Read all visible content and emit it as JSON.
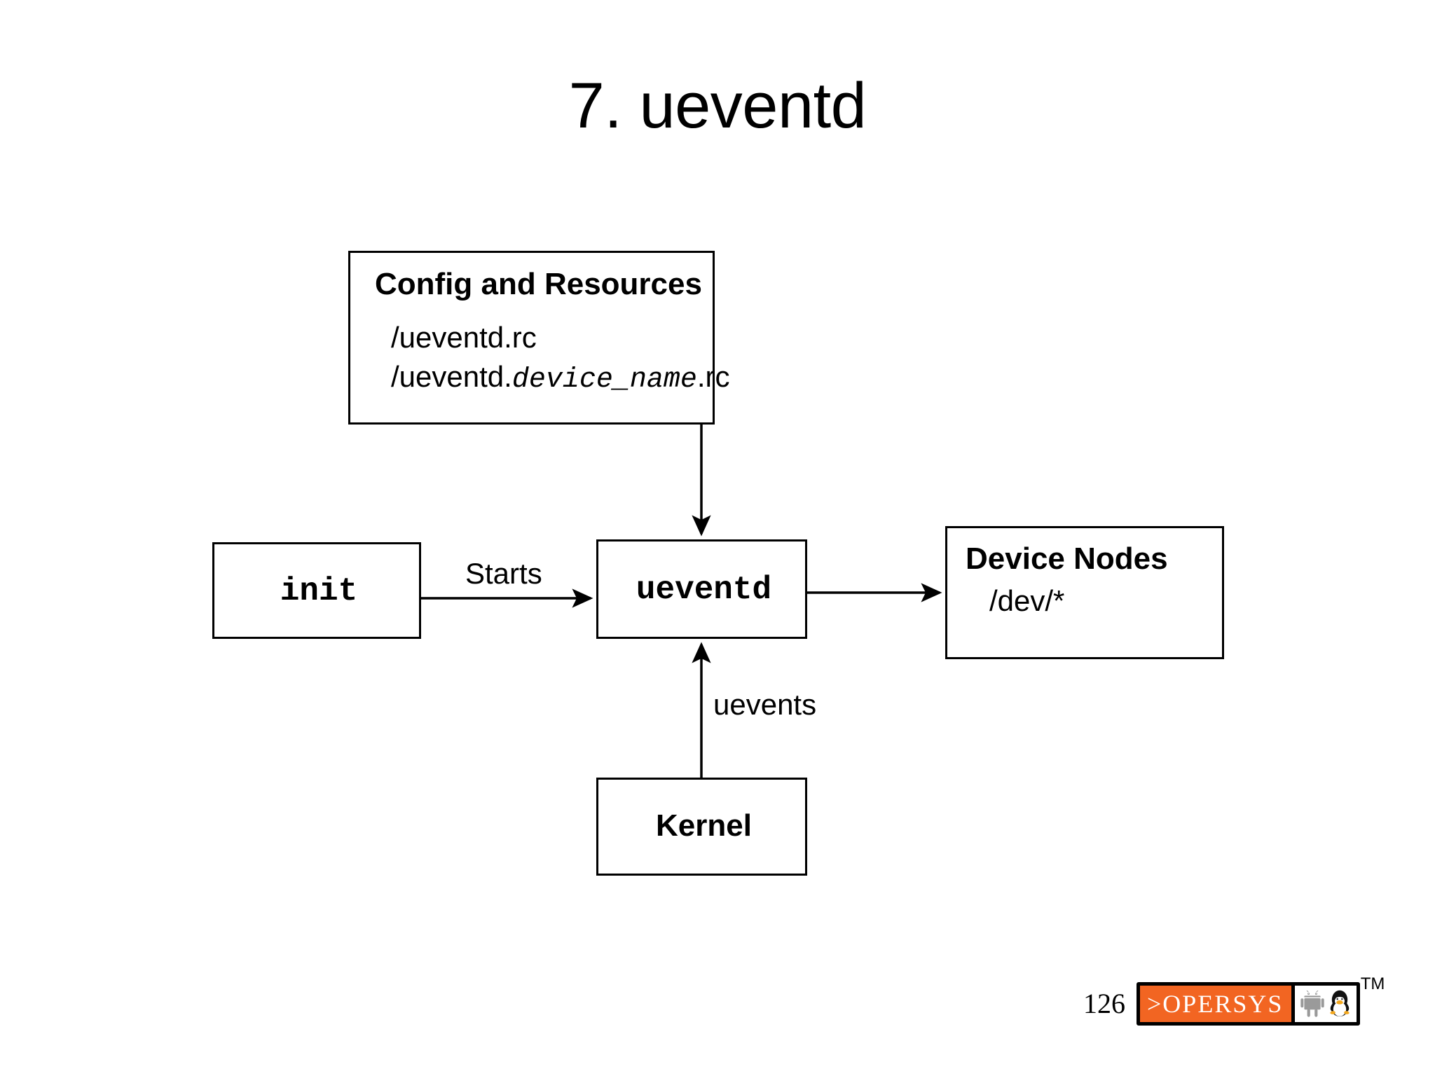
{
  "slide": {
    "title": "7. ueventd",
    "page_number": "126"
  },
  "diagram": {
    "nodes": {
      "config": {
        "heading": "Config and Resources",
        "line_1": "/ueventd.rc",
        "line_2_prefix": "/ueventd.",
        "line_2_italic": "device_name",
        "line_2_suffix": ".rc"
      },
      "init": {
        "label": "init"
      },
      "ueventd": {
        "label": "ueventd"
      },
      "device_nodes": {
        "heading": "Device Nodes",
        "line_1": "/dev/*"
      },
      "kernel": {
        "label": "Kernel"
      }
    },
    "edges": {
      "init_to_ueventd": "Starts",
      "kernel_to_ueventd": "uevents",
      "config_to_ueventd": "",
      "ueventd_to_device_nodes": ""
    }
  },
  "footer": {
    "brand": ">OPERSYS",
    "trademark": "TM",
    "brand_color": "#f26522",
    "icons": [
      "android-robot-icon",
      "tux-penguin-icon"
    ]
  }
}
